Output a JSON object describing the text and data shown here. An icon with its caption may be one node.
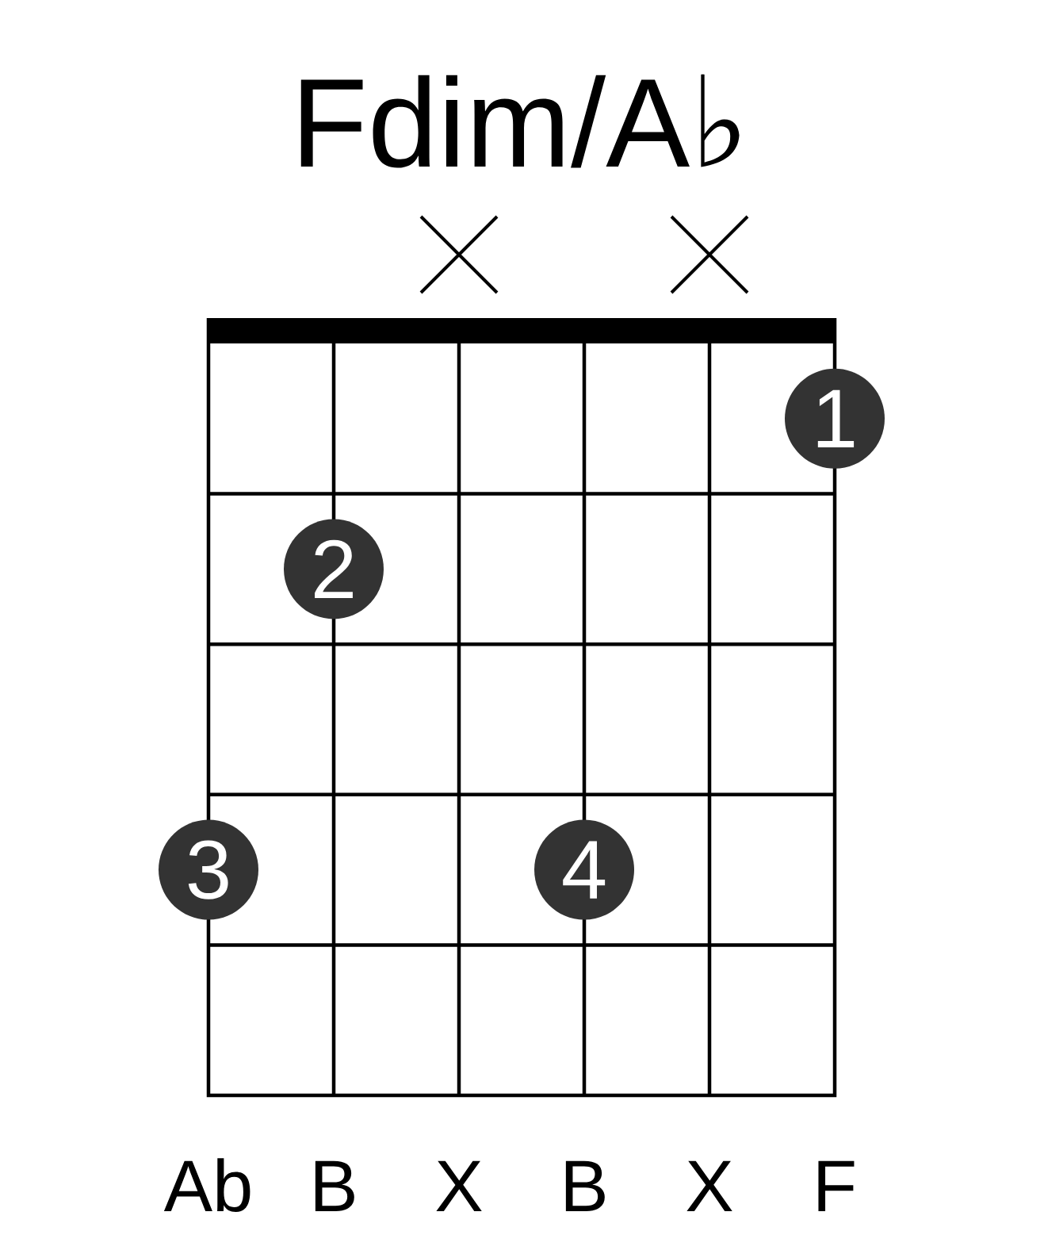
{
  "diagram": {
    "title": "Fdim/A♭",
    "nodes": [
      {
        "text": [
          "1"
        ]
      },
      {
        "text": [
          "2"
        ]
      },
      {
        "text": [
          "3"
        ]
      },
      {
        "text": [
          "4"
        ]
      }
    ],
    "labels": [
      "Ab",
      "B",
      "X",
      "B",
      "X",
      "F"
    ]
  }
}
